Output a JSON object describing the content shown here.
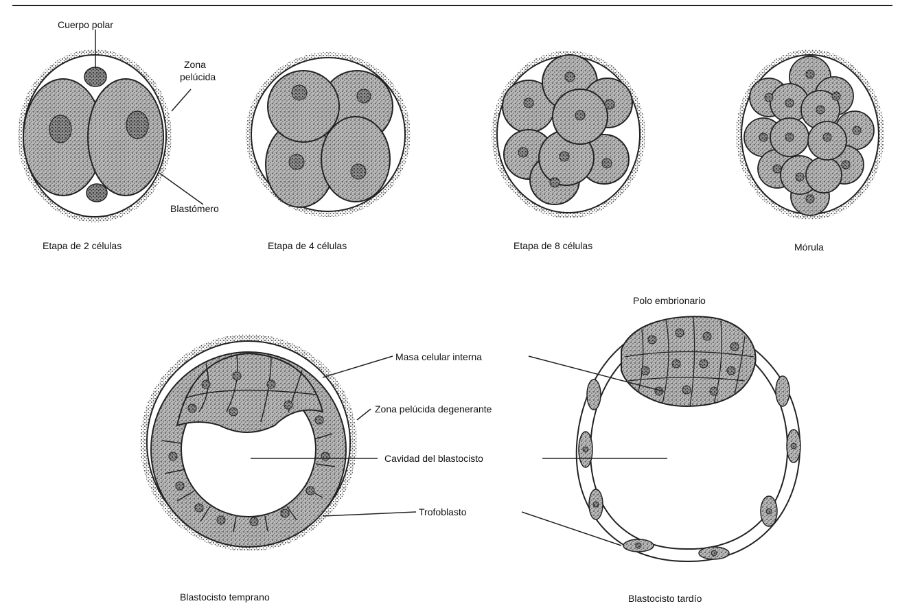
{
  "labels": {
    "cuerpo_polar": "Cuerpo polar",
    "zona_pelucida_line1": "Zona",
    "zona_pelucida_line2": "pelúcida",
    "blastomero": "Blastómero",
    "etapa_2": "Etapa de 2 células",
    "etapa_4": "Etapa de 4 células",
    "etapa_8": "Etapa de 8 células",
    "morula": "Mórula",
    "polo_embrionario": "Polo embrionario",
    "masa_celular_interna": "Masa celular interna",
    "zona_pelucida_degenerante": "Zona pelúcida degenerante",
    "cavidad_blastocisto": "Cavidad del blastocisto",
    "trofoblasto": "Trofoblasto",
    "blastocisto_temprano": "Blastocisto temprano",
    "blastocisto_tardio": "Blastocisto tardío"
  },
  "colors": {
    "ink": "#1a1a1a",
    "cell_fill": "#9a9a9a",
    "nucleus": "#555555",
    "zona_fill": "#ffffff"
  }
}
